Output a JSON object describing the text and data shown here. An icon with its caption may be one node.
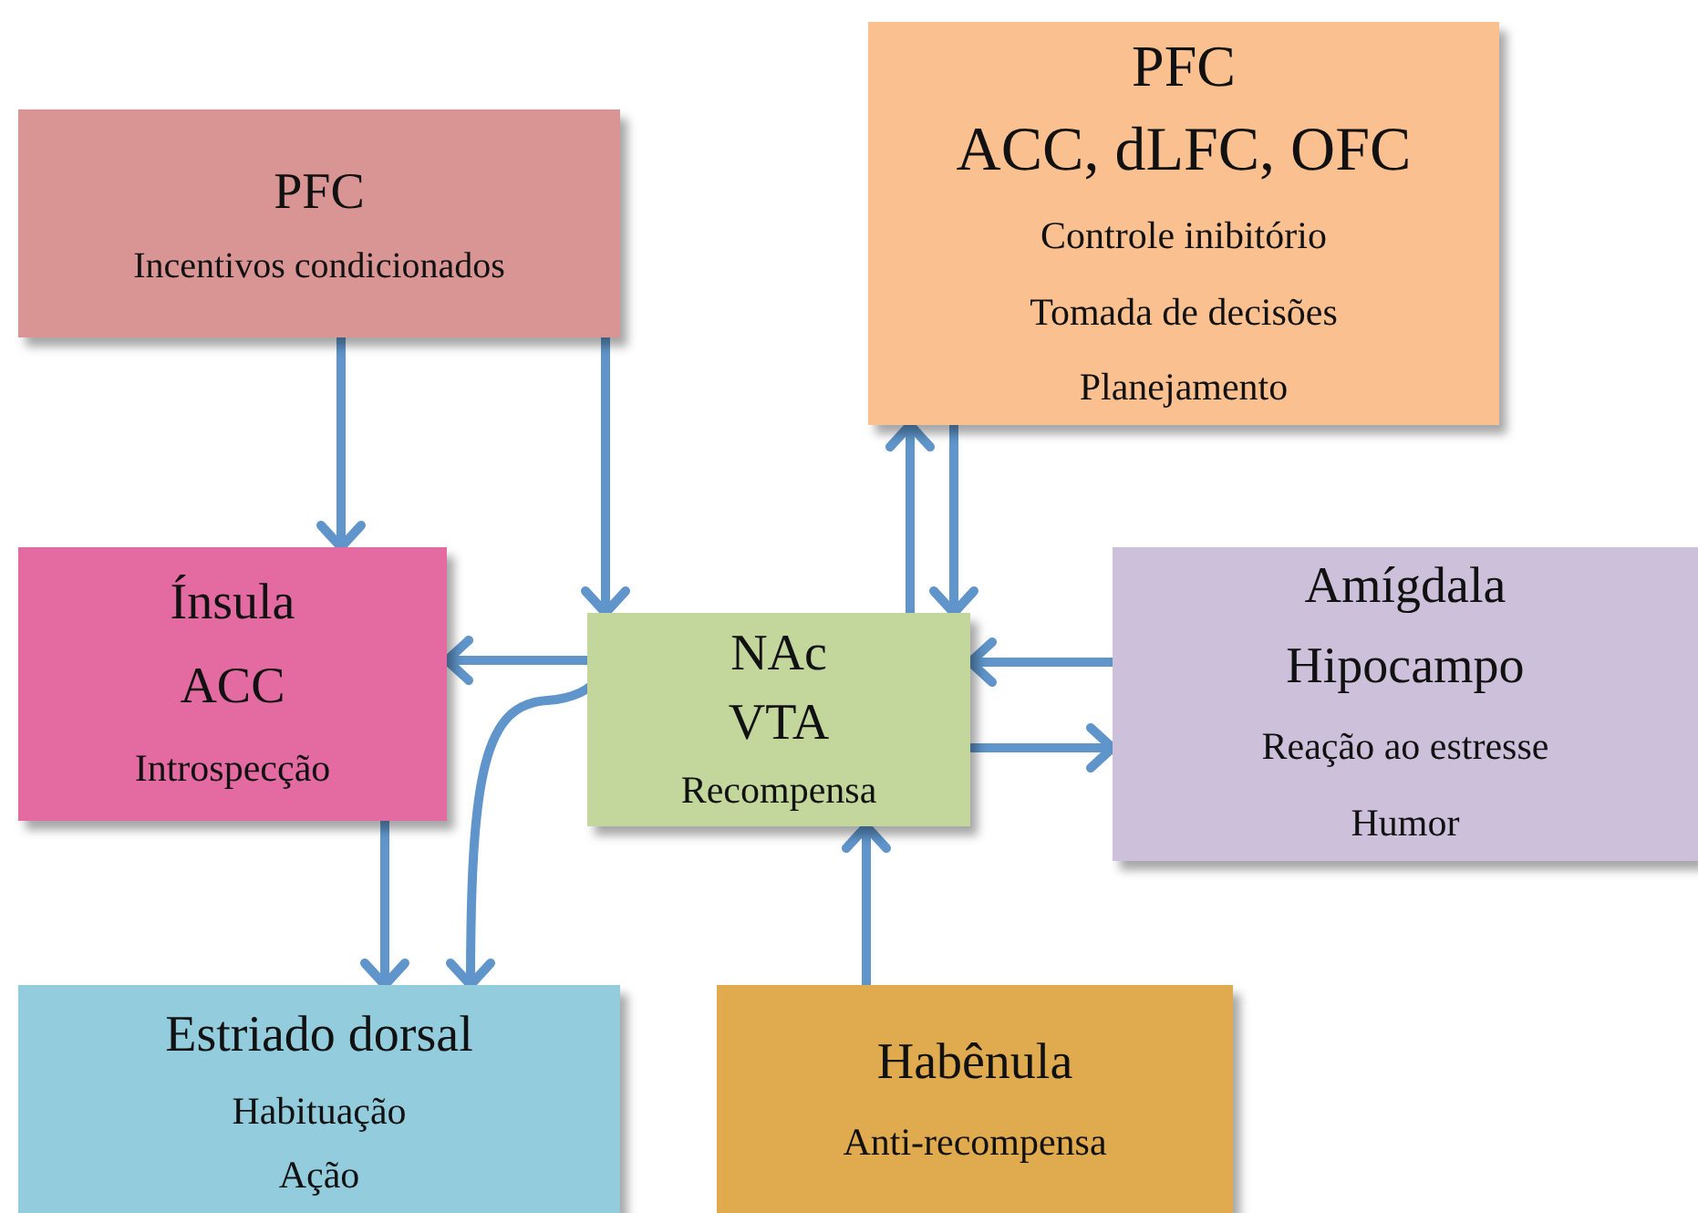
{
  "diagram": {
    "nodes": [
      {
        "text": [
          "PFC",
          "Incentivos condicionados"
        ]
      },
      {
        "text": [
          "PFC",
          "ACC, dLFC, OFC",
          "Controle inibitório",
          "Tomada de decisões",
          "Planejamento"
        ]
      },
      {
        "text": [
          "Ínsula",
          "ACC",
          "Introspecção"
        ]
      },
      {
        "text": [
          "NAc",
          "VTA",
          "Recompensa"
        ]
      },
      {
        "text": [
          "Amígdala",
          "Hipocampo",
          "Reação ao estresse",
          "Humor"
        ]
      },
      {
        "text": [
          "Estriado dorsal",
          "Habituação",
          "Ação"
        ]
      },
      {
        "text": [
          "Habênula",
          "Anti-recompensa"
        ]
      }
    ],
    "edges": [
      {
        "from": 0,
        "to": 2,
        "arrow": "to"
      },
      {
        "from": 0,
        "to": 3,
        "arrow": "to"
      },
      {
        "from": 3,
        "to": 1,
        "arrow": "to"
      },
      {
        "from": 1,
        "to": 3,
        "arrow": "to"
      },
      {
        "from": 4,
        "to": 3,
        "arrow": "to"
      },
      {
        "from": 3,
        "to": 4,
        "arrow": "to"
      },
      {
        "from": 3,
        "to": 2,
        "arrow": "to"
      },
      {
        "from": 3,
        "to": 5,
        "arrow": "to"
      },
      {
        "from": 2,
        "to": 5,
        "arrow": "to"
      },
      {
        "from": 6,
        "to": 3,
        "arrow": "to"
      }
    ]
  }
}
